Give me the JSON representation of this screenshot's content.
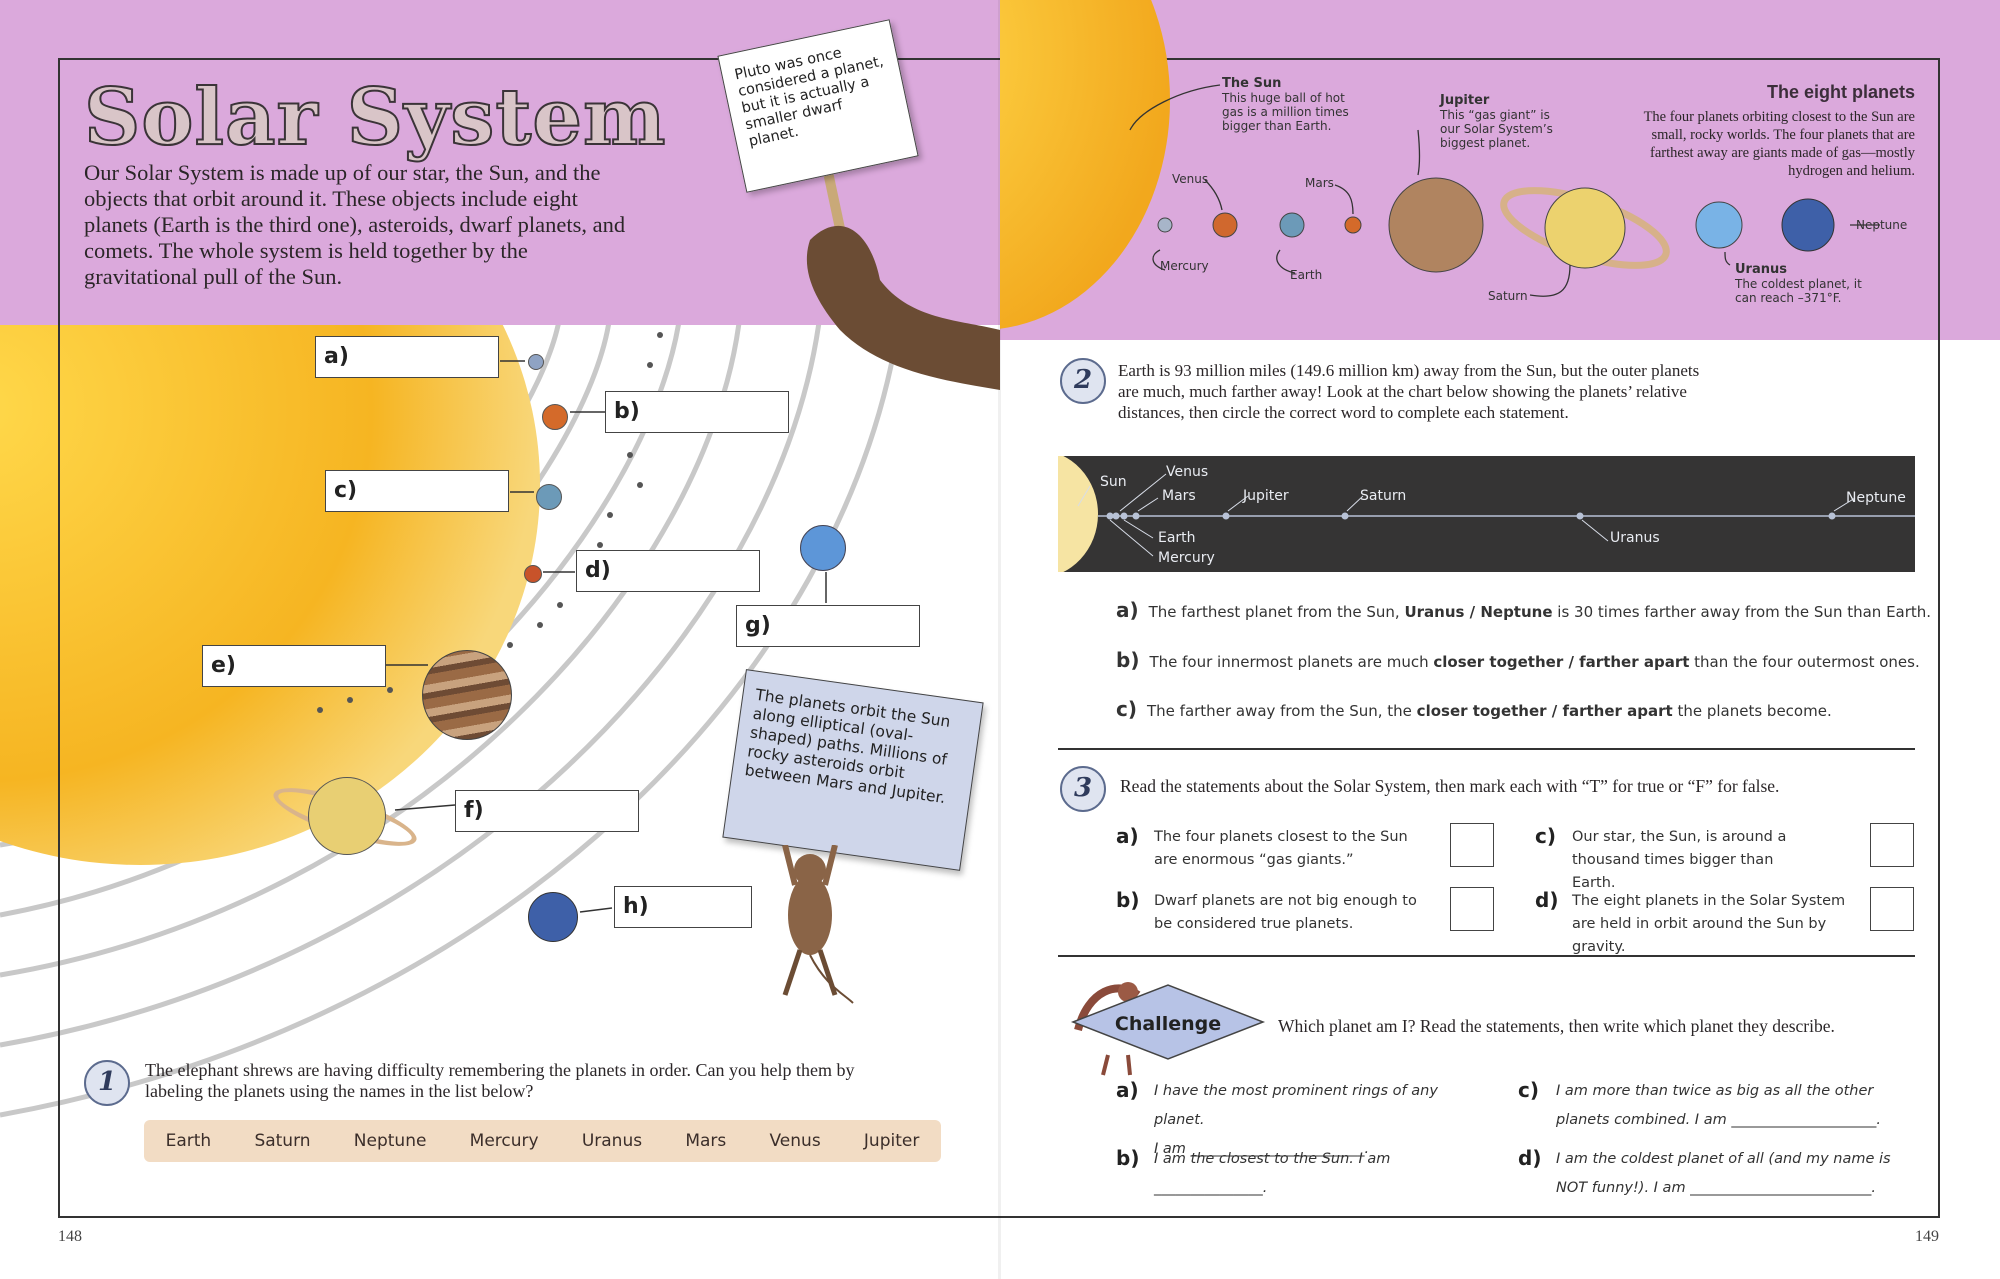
{
  "left_page": {
    "title": "Solar System",
    "intro": "Our Solar System is made up of our star, the Sun, and the objects that orbit around it. These objects include eight planets (Earth is the third one), asteroids, dwarf planets, and comets. The whole system is held together by the gravitational pull of the Sun.",
    "pluto_sign": "Pluto was once considered a planet, but it is actually a smaller dwarf planet.",
    "orbit_sign": "The planets orbit the Sun along elliptical (oval-shaped) paths. Millions of rocky asteroids orbit between Mars and Jupiter.",
    "labels": [
      "a)",
      "b)",
      "c)",
      "d)",
      "e)",
      "f)",
      "g)",
      "h)"
    ],
    "question1": {
      "number": "1",
      "text": "The elephant shrews are having difficulty remembering the planets in order. Can you help them by labeling the planets using the names in the list below?",
      "word_bank": [
        "Earth",
        "Saturn",
        "Neptune",
        "Mercury",
        "Uranus",
        "Mars",
        "Venus",
        "Jupiter"
      ]
    },
    "page_number": "148"
  },
  "right_page": {
    "planet_labels": {
      "sun_title": "The Sun",
      "sun_desc": "This huge ball of hot gas is a million times bigger than Earth.",
      "jupiter_title": "Jupiter",
      "jupiter_desc": "This “gas giant” is our Solar System’s biggest planet.",
      "venus": "Venus",
      "mars": "Mars",
      "mercury": "Mercury",
      "earth": "Earth",
      "saturn": "Saturn",
      "neptune": "Neptune",
      "uranus_title": "Uranus",
      "uranus_desc": "The coldest planet, it can reach –371°F."
    },
    "eight_planets": {
      "title": "The eight planets",
      "text": "The four planets orbiting closest to the Sun are small, rocky worlds. The four planets that are farthest away are giants made of gas—mostly hydrogen and helium."
    },
    "question2": {
      "number": "2",
      "text": "Earth is 93 million miles (149.6 million km) away from the Sun, but the outer planets are much, much farther away! Look at the chart below showing the planets’ relative distances, then circle the correct word to complete each statement.",
      "chart_labels": [
        "Sun",
        "Venus",
        "Mars",
        "Jupiter",
        "Saturn",
        "Neptune",
        "Earth",
        "Mercury",
        "Uranus"
      ],
      "statements": [
        {
          "letter": "a)",
          "pre": "The farthest planet from the Sun, ",
          "opt": "Uranus / Neptune",
          "post": " is 30 times farther away from the Sun than Earth."
        },
        {
          "letter": "b)",
          "pre": "The four innermost planets are much ",
          "opt": "closer together / farther apart",
          "post": " than the four outermost ones."
        },
        {
          "letter": "c)",
          "pre": "The farther away from the Sun, the ",
          "opt": "closer together / farther apart",
          "post": " the planets become."
        }
      ]
    },
    "question3": {
      "number": "3",
      "text": "Read the statements about the Solar System, then mark each with “T” for true or “F” for false.",
      "items": [
        {
          "letter": "a)",
          "text": "The four planets closest to the Sun are enormous “gas giants.”"
        },
        {
          "letter": "b)",
          "text": "Dwarf planets are not big enough to be considered true planets."
        },
        {
          "letter": "c)",
          "text": "Our star, the Sun, is around a thousand times bigger than Earth."
        },
        {
          "letter": "d)",
          "text": "The eight planets in the Solar System are held in orbit around the Sun by gravity."
        }
      ]
    },
    "challenge": {
      "badge": "Challenge",
      "text": "Which planet am I? Read the statements, then write which planet they describe.",
      "items": [
        {
          "letter": "a)",
          "line1": "I have the most prominent rings of any planet.",
          "line2": "I am ________________________."
        },
        {
          "letter": "b)",
          "line1": "I am the closest to the Sun. I am _______________."
        },
        {
          "letter": "c)",
          "line1": "I am more than twice as big as all the other",
          "line2": "planets combined. I am ____________________."
        },
        {
          "letter": "d)",
          "line1": "I am the coldest planet of all (and my name is",
          "line2": "NOT funny!). I am _________________________."
        }
      ]
    },
    "page_number": "149"
  }
}
